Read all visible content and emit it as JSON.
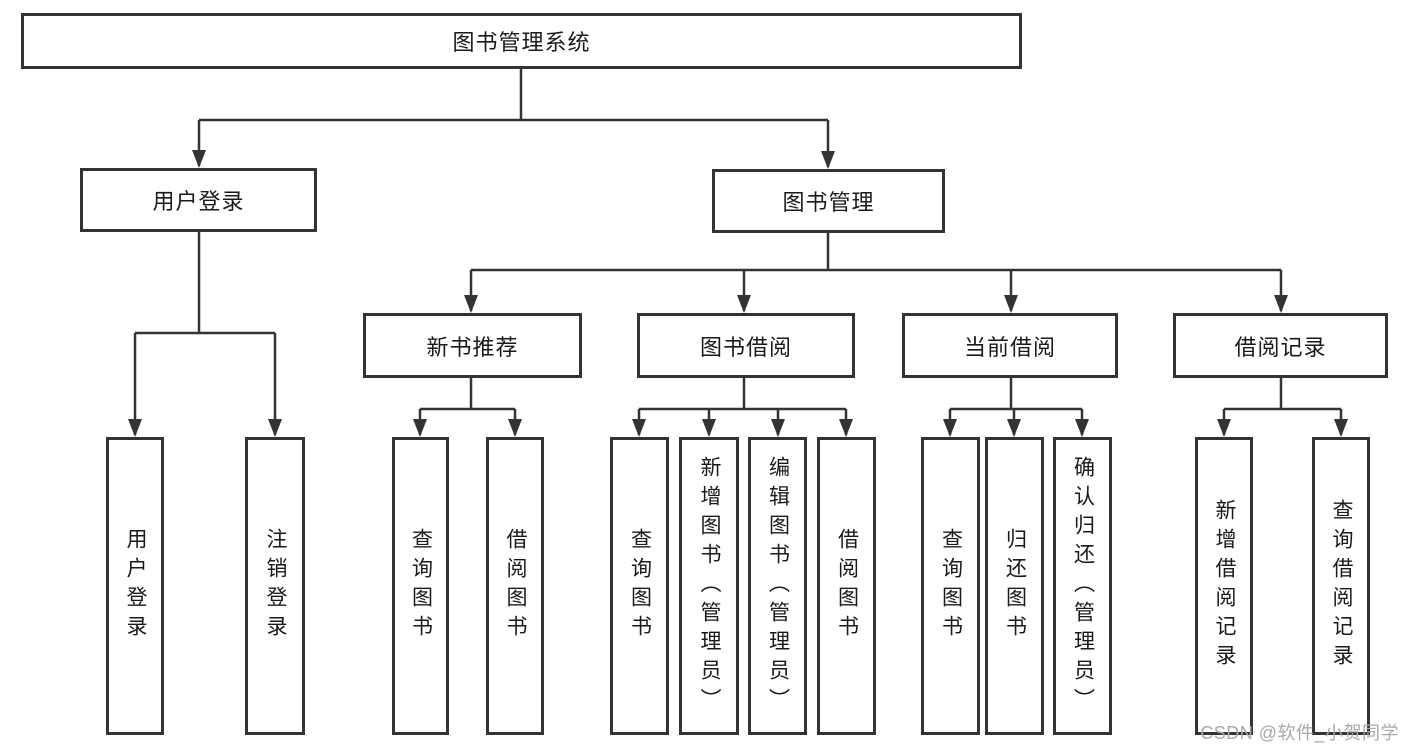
{
  "tree": {
    "label": "图书管理系统",
    "children": [
      {
        "label": "用户登录",
        "children": [
          {
            "label": "用户登录"
          },
          {
            "label": "注销登录"
          }
        ]
      },
      {
        "label": "图书管理",
        "children": [
          {
            "label": "新书推荐",
            "children": [
              {
                "label": "查询图书"
              },
              {
                "label": "借阅图书"
              }
            ]
          },
          {
            "label": "图书借阅",
            "children": [
              {
                "label": "查询图书"
              },
              {
                "label": "新增图书（管理员）"
              },
              {
                "label": "编辑图书（管理员）"
              },
              {
                "label": "借阅图书"
              }
            ]
          },
          {
            "label": "当前借阅",
            "children": [
              {
                "label": "查询图书"
              },
              {
                "label": "归还图书"
              },
              {
                "label": "确认归还（管理员）"
              }
            ]
          },
          {
            "label": "借阅记录",
            "children": [
              {
                "label": "新增借阅记录"
              },
              {
                "label": "查询借阅记录"
              }
            ]
          }
        ]
      }
    ]
  },
  "watermark": {
    "text": "CSDN @软件_小贺同学"
  },
  "colors": {
    "line": "#333333",
    "box_border": "#333333",
    "text": "#1a1a1a",
    "background": "#ffffff",
    "watermark": "#a9a9a9"
  }
}
